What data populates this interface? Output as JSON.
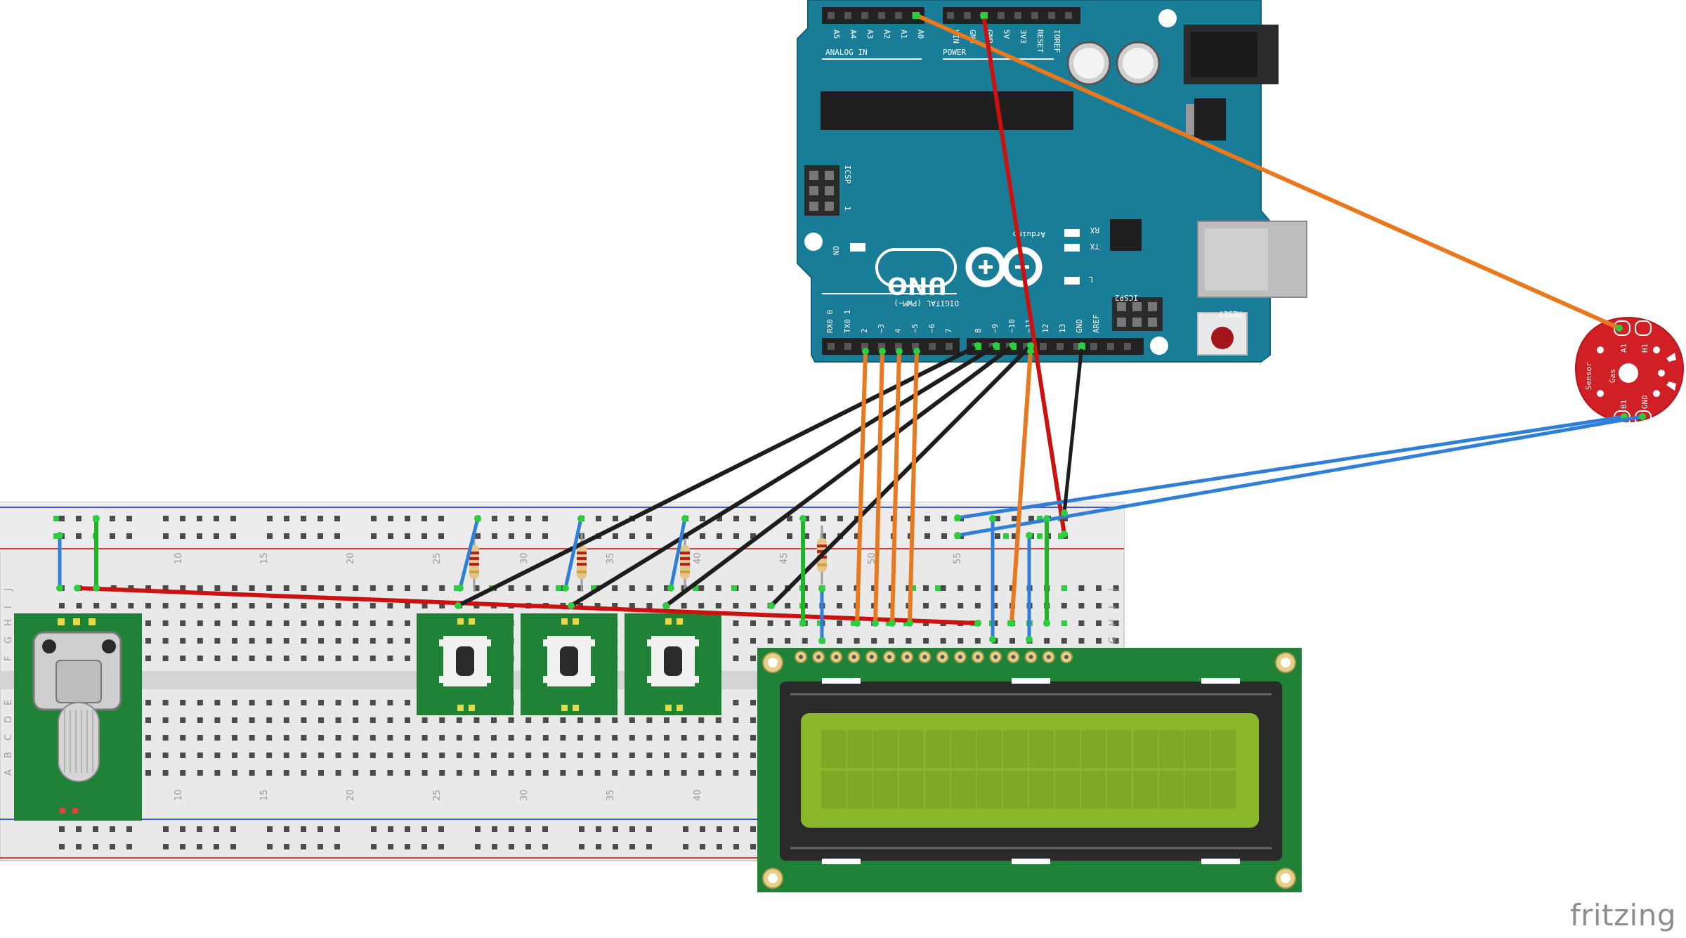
{
  "colors": {
    "arduino_board": "#1a7d98",
    "breadboard": "#e9e9e9",
    "module_green": "#1f8236",
    "lcd_screen": "#8ab62c",
    "sensor_red": "#d11f26",
    "wire_red": "#cc1111",
    "wire_orange": "#e8791e",
    "wire_black": "#1d1d1d",
    "wire_blue": "#2f7fd8",
    "wire_green": "#1fb526"
  },
  "arduino": {
    "header_analog": "ANALOG IN",
    "header_power": "POWER",
    "analog_pins": [
      "A5",
      "A4",
      "A3",
      "A2",
      "A1",
      "A0"
    ],
    "power_pins": [
      "VIN",
      "GND",
      "GND",
      "5V",
      "3V3",
      "RESET",
      "IOREF"
    ],
    "icsp_label": "ICSP",
    "icsp2_label": "ICSP2",
    "rx_label": "RX",
    "tx_label": "TX",
    "l_label": "L",
    "on_label": "ON",
    "brand": "Arduino",
    "model": "UNO",
    "digital_label": "DIGITAL (PWM~)",
    "digital_pins": [
      "RX0 0",
      "TX0 1",
      "2",
      "~3",
      "4",
      "~5",
      "~6",
      "7",
      "8",
      "~9",
      "~10",
      "~11",
      "12",
      "13",
      "GND",
      "AREF"
    ],
    "reset_label": "RESET",
    "one_label": "1"
  },
  "breadboard": {
    "column_numbers": [
      "10",
      "15",
      "20",
      "25",
      "30",
      "35",
      "40",
      "45",
      "50",
      "55"
    ],
    "row_letters_top": [
      "J",
      "I",
      "H",
      "G",
      "F"
    ],
    "row_letters_bottom": [
      "E",
      "D",
      "C",
      "B",
      "A"
    ]
  },
  "sensor": {
    "labels": [
      "Sensor",
      "Gas",
      "A1",
      "H1",
      "B1",
      "GND"
    ]
  },
  "watermark": "fritzing"
}
